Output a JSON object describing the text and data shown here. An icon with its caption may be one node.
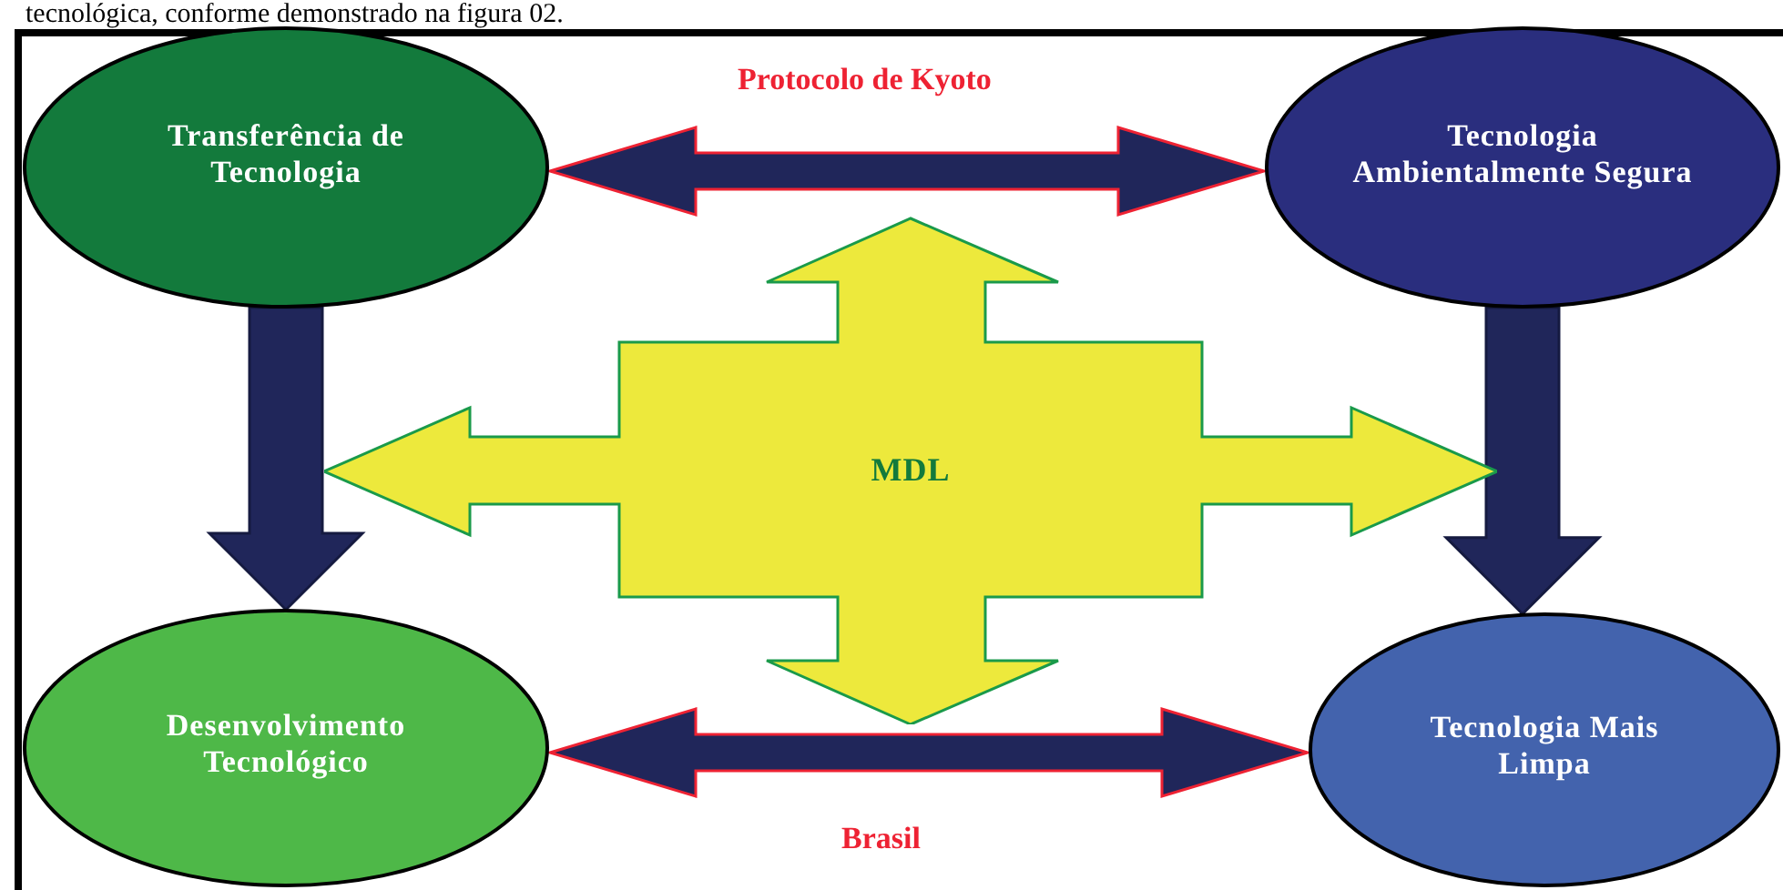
{
  "diagram": {
    "nodes": [
      {
        "text": [
          "Transferência de Tecnologia"
        ]
      },
      {
        "text": [
          "Tecnologia Ambientalmente Segura"
        ]
      },
      {
        "text": [
          "Desenvolvimento Tecnológico"
        ]
      },
      {
        "text": [
          "Tecnologia Mais Limpa"
        ]
      },
      {
        "text": [
          "MDL"
        ]
      }
    ],
    "edges": [
      {
        "from": 0,
        "to": 1,
        "arrow": "both",
        "style": "thick"
      },
      {
        "from": 0,
        "to": 2,
        "arrow": "to",
        "style": "thick"
      },
      {
        "from": 1,
        "to": 3,
        "arrow": "to",
        "style": "thick"
      },
      {
        "from": 2,
        "to": 3,
        "arrow": "both",
        "style": "thick"
      }
    ],
    "labels": [
      "tecnológica, conforme demonstrado na figura 02.",
      "Protocolo de Kyoto",
      "Brasil"
    ]
  }
}
